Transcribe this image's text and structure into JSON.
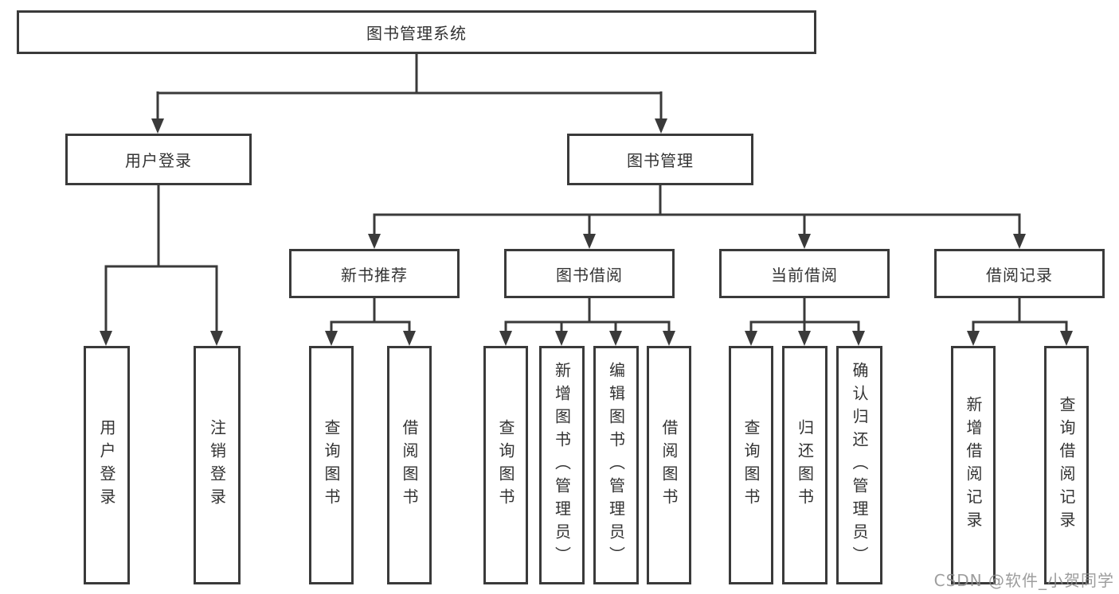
{
  "tree": {
    "label": "图书管理系统",
    "children": [
      {
        "label": "用户登录",
        "children": [
          {
            "label": "用户登录"
          },
          {
            "label": "注销登录"
          }
        ]
      },
      {
        "label": "图书管理",
        "children": [
          {
            "label": "新书推荐",
            "children": [
              {
                "label": "查询图书"
              },
              {
                "label": "借阅图书"
              }
            ]
          },
          {
            "label": "图书借阅",
            "children": [
              {
                "label": "查询图书"
              },
              {
                "label": "新增图书（管理员）"
              },
              {
                "label": "编辑图书（管理员）"
              },
              {
                "label": "借阅图书"
              }
            ]
          },
          {
            "label": "当前借阅",
            "children": [
              {
                "label": "查询图书"
              },
              {
                "label": "归还图书"
              },
              {
                "label": "确认归还（管理员）"
              }
            ]
          },
          {
            "label": "借阅记录",
            "children": [
              {
                "label": "新增借阅记录"
              },
              {
                "label": "查询借阅记录"
              }
            ]
          }
        ]
      }
    ]
  },
  "watermark": "CSDN @软件_小贺同学",
  "colors": {
    "line": "#3a3a3a",
    "text": "#333333",
    "background": "#ffffff",
    "watermark": "#8c8c8c"
  }
}
